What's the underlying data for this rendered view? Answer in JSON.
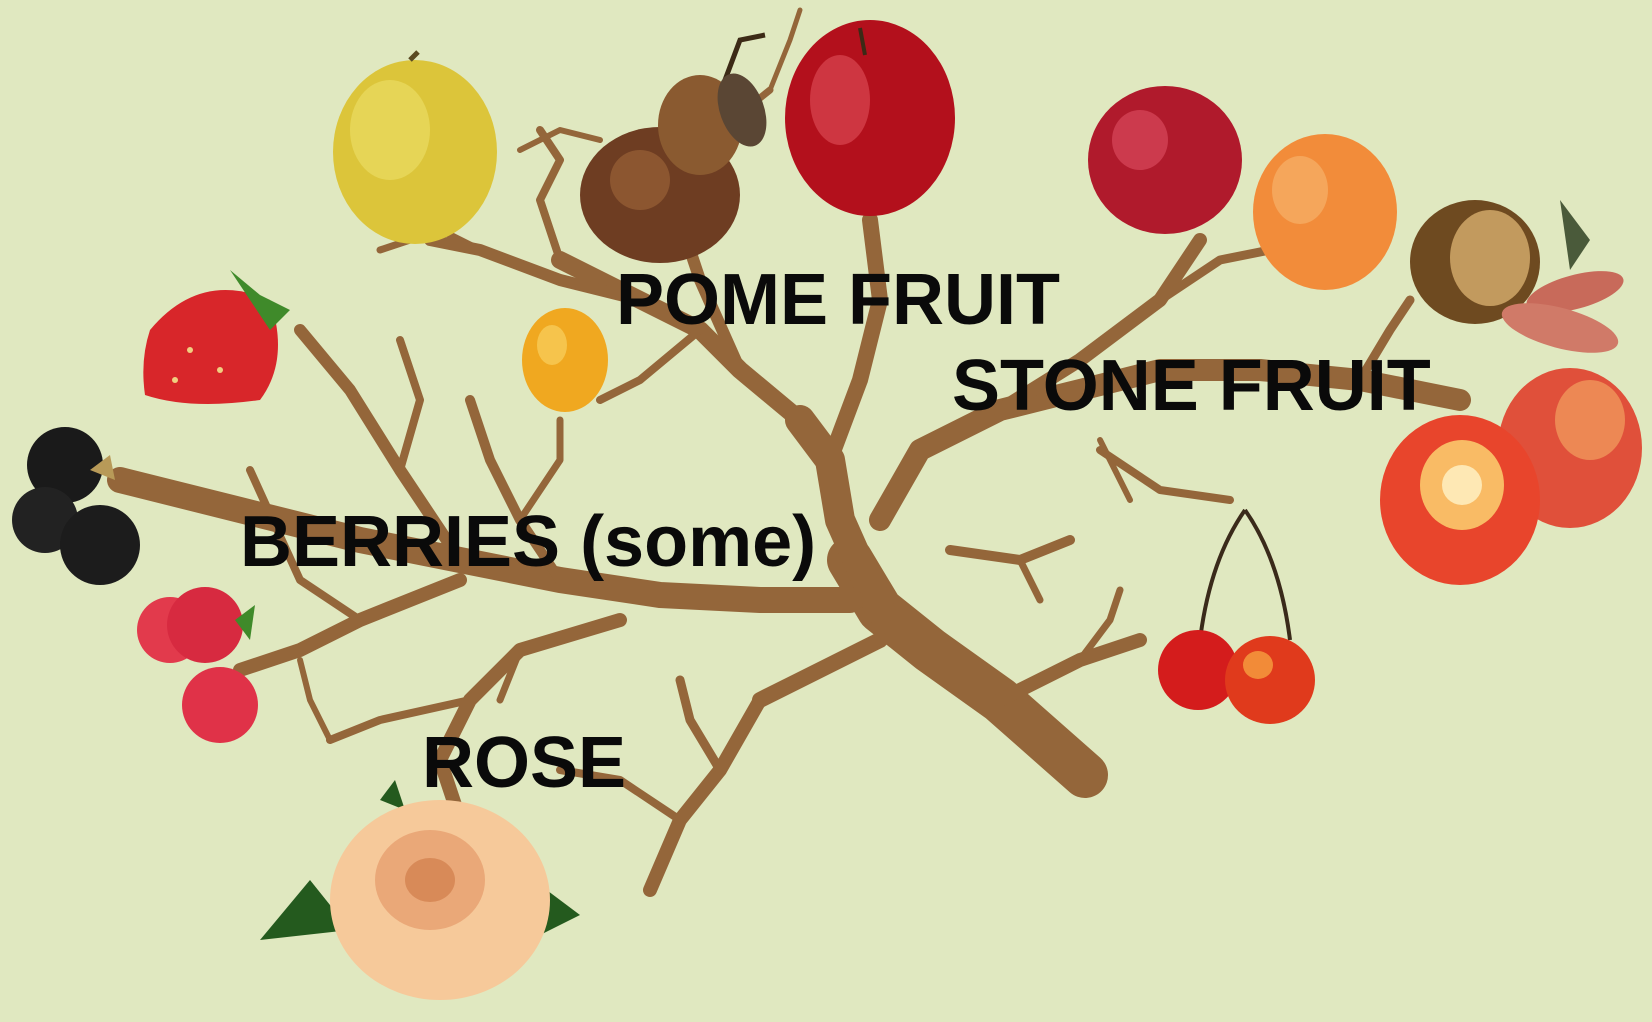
{
  "labels": {
    "pome": "POME FRUIT",
    "stone": "STONE FRUIT",
    "berries": "BERRIES (some)",
    "rose": "ROSE"
  },
  "colors": {
    "background": "#e0e8c0",
    "branch": "#94663a",
    "text": "#0a0a0a"
  },
  "pictures": [
    "quince",
    "pear",
    "apple",
    "loquat",
    "strawberry",
    "blackberries",
    "raspberries",
    "rose-flower",
    "plum",
    "apricot",
    "almond",
    "peach",
    "cherries"
  ]
}
